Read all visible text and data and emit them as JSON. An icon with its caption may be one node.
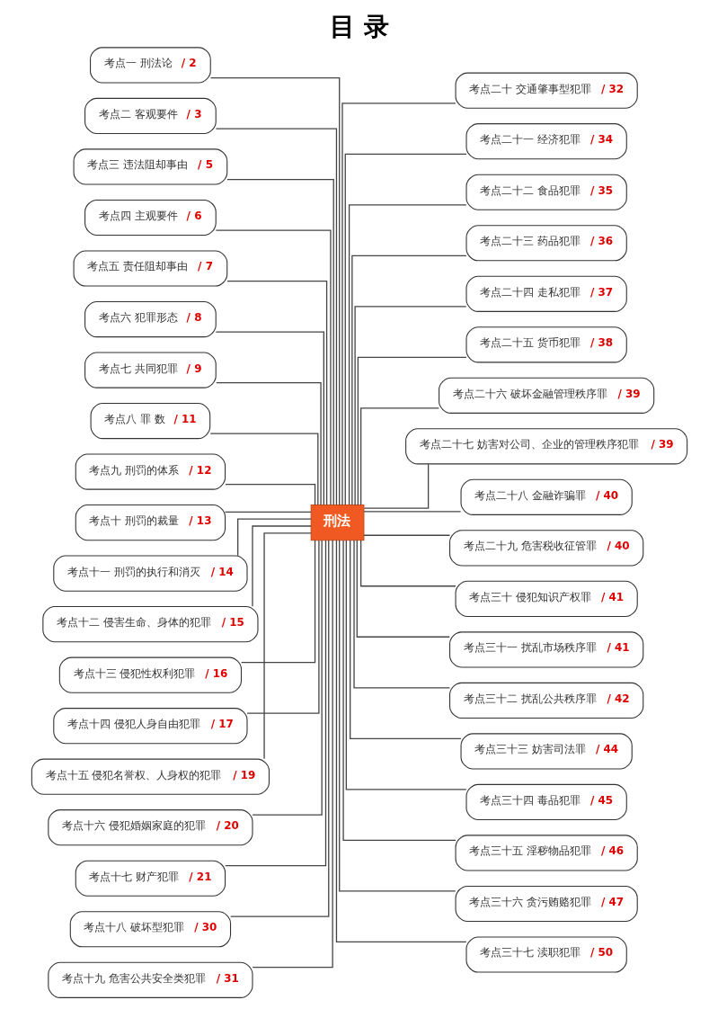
{
  "diagram": {
    "title": "目 录",
    "nodes": [
      {
        "text": [
          "刑法"
        ]
      },
      {
        "text": [
          "考点一 刑法论",
          "/ 2"
        ]
      },
      {
        "text": [
          "考点二 客观要件",
          "/ 3"
        ]
      },
      {
        "text": [
          "考点三 违法阻却事由",
          "/ 5"
        ]
      },
      {
        "text": [
          "考点四 主观要件",
          "/ 6"
        ]
      },
      {
        "text": [
          "考点五 责任阻却事由",
          "/ 7"
        ]
      },
      {
        "text": [
          "考点六 犯罪形态",
          "/ 8"
        ]
      },
      {
        "text": [
          "考点七 共同犯罪",
          "/ 9"
        ]
      },
      {
        "text": [
          "考点八 罪 数",
          "/ 11"
        ]
      },
      {
        "text": [
          "考点九 刑罚的体系",
          "/ 12"
        ]
      },
      {
        "text": [
          "考点十 刑罚的裁量",
          "/ 13"
        ]
      },
      {
        "text": [
          "考点十一 刑罚的执行和消灭",
          "/ 14"
        ]
      },
      {
        "text": [
          "考点十二 侵害生命、身体的犯罪",
          "/ 15"
        ]
      },
      {
        "text": [
          "考点十三 侵犯性权利犯罪",
          "/ 16"
        ]
      },
      {
        "text": [
          "考点十四 侵犯人身自由犯罪",
          "/ 17"
        ]
      },
      {
        "text": [
          "考点十五 侵犯名誉权、人身权的犯罪",
          "/ 19"
        ]
      },
      {
        "text": [
          "考点十六 侵犯婚姻家庭的犯罪",
          "/ 20"
        ]
      },
      {
        "text": [
          "考点十七 财产犯罪",
          "/ 21"
        ]
      },
      {
        "text": [
          "考点十八 破坏型犯罪",
          "/ 30"
        ]
      },
      {
        "text": [
          "考点十九 危害公共安全类犯罪",
          "/ 31"
        ]
      },
      {
        "text": [
          "考点二十 交通肇事型犯罪",
          "/ 32"
        ]
      },
      {
        "text": [
          "考点二十一 经济犯罪",
          "/ 34"
        ]
      },
      {
        "text": [
          "考点二十二 食品犯罪",
          "/ 35"
        ]
      },
      {
        "text": [
          "考点二十三 药品犯罪",
          "/ 36"
        ]
      },
      {
        "text": [
          "考点二十四 走私犯罪",
          "/ 37"
        ]
      },
      {
        "text": [
          "考点二十五 货币犯罪",
          "/ 38"
        ]
      },
      {
        "text": [
          "考点二十六 破坏金融管理秩序罪",
          "/ 39"
        ]
      },
      {
        "text": [
          "考点二十七 妨害对公司、企业的管理秩序犯罪",
          "/ 39"
        ]
      },
      {
        "text": [
          "考点二十八 金融诈骗罪",
          "/ 40"
        ]
      },
      {
        "text": [
          "考点二十九 危害税收征管罪",
          "/ 40"
        ]
      },
      {
        "text": [
          "考点三十 侵犯知识产权罪",
          "/ 41"
        ]
      },
      {
        "text": [
          "考点三十一 扰乱市场秩序罪",
          "/ 41"
        ]
      },
      {
        "text": [
          "考点三十二 扰乱公共秩序罪",
          "/ 42"
        ]
      },
      {
        "text": [
          "考点三十三 妨害司法罪",
          "/ 44"
        ]
      },
      {
        "text": [
          "考点三十四 毒品犯罪",
          "/ 45"
        ]
      },
      {
        "text": [
          "考点三十五 淫秽物品犯罪",
          "/ 46"
        ]
      },
      {
        "text": [
          "考点三十六 贪污贿赂犯罪",
          "/ 47"
        ]
      },
      {
        "text": [
          "考点三十七 渎职犯罪",
          "/ 50"
        ]
      }
    ],
    "edges": [
      {
        "from": 0,
        "to": 1,
        "arrow": "none"
      },
      {
        "from": 0,
        "to": 2,
        "arrow": "none"
      },
      {
        "from": 0,
        "to": 3,
        "arrow": "none"
      },
      {
        "from": 0,
        "to": 4,
        "arrow": "none"
      },
      {
        "from": 0,
        "to": 5,
        "arrow": "none"
      },
      {
        "from": 0,
        "to": 6,
        "arrow": "none"
      },
      {
        "from": 0,
        "to": 7,
        "arrow": "none"
      },
      {
        "from": 0,
        "to": 8,
        "arrow": "none"
      },
      {
        "from": 0,
        "to": 9,
        "arrow": "none"
      },
      {
        "from": 0,
        "to": 10,
        "arrow": "none"
      },
      {
        "from": 0,
        "to": 11,
        "arrow": "none"
      },
      {
        "from": 0,
        "to": 12,
        "arrow": "none"
      },
      {
        "from": 0,
        "to": 13,
        "arrow": "none"
      },
      {
        "from": 0,
        "to": 14,
        "arrow": "none"
      },
      {
        "from": 0,
        "to": 15,
        "arrow": "none"
      },
      {
        "from": 0,
        "to": 16,
        "arrow": "none"
      },
      {
        "from": 0,
        "to": 17,
        "arrow": "none"
      },
      {
        "from": 0,
        "to": 18,
        "arrow": "none"
      },
      {
        "from": 0,
        "to": 19,
        "arrow": "none"
      },
      {
        "from": 0,
        "to": 20,
        "arrow": "none"
      },
      {
        "from": 0,
        "to": 21,
        "arrow": "none"
      },
      {
        "from": 0,
        "to": 22,
        "arrow": "none"
      },
      {
        "from": 0,
        "to": 23,
        "arrow": "none"
      },
      {
        "from": 0,
        "to": 24,
        "arrow": "none"
      },
      {
        "from": 0,
        "to": 25,
        "arrow": "none"
      },
      {
        "from": 0,
        "to": 26,
        "arrow": "none"
      },
      {
        "from": 0,
        "to": 27,
        "arrow": "none"
      },
      {
        "from": 0,
        "to": 28,
        "arrow": "none"
      },
      {
        "from": 0,
        "to": 29,
        "arrow": "none"
      },
      {
        "from": 0,
        "to": 30,
        "arrow": "none"
      },
      {
        "from": 0,
        "to": 31,
        "arrow": "none"
      },
      {
        "from": 0,
        "to": 32,
        "arrow": "none"
      },
      {
        "from": 0,
        "to": 33,
        "arrow": "none"
      },
      {
        "from": 0,
        "to": 34,
        "arrow": "none"
      },
      {
        "from": 0,
        "to": 35,
        "arrow": "none"
      },
      {
        "from": 0,
        "to": 36,
        "arrow": "none"
      },
      {
        "from": 0,
        "to": 37,
        "arrow": "none"
      }
    ]
  }
}
